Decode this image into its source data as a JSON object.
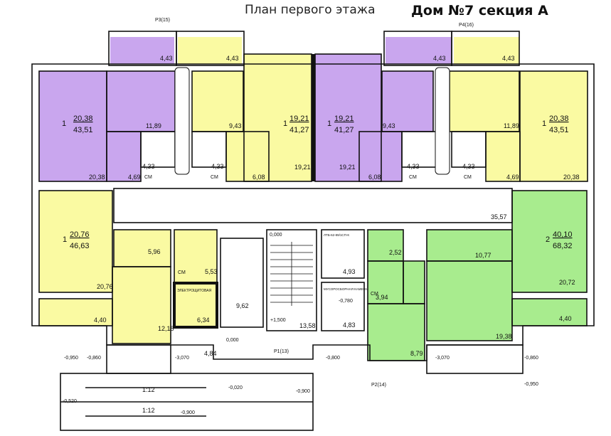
{
  "header": {
    "plan_title": "План первого этажа",
    "house_title": "Дом №7 секция А"
  },
  "colors": {
    "purple": "#c9a6ee",
    "yellow": "#fafaa2",
    "green": "#a8ec8e",
    "wall": "#111111"
  },
  "apartments": [
    {
      "id": "apt-top-left-purple",
      "rooms": "1",
      "living": "20,38",
      "total": "43,51"
    },
    {
      "id": "apt-top-center-left-yellow",
      "rooms": "1",
      "living": "19,21",
      "total": "41,27"
    },
    {
      "id": "apt-top-center-right-purple",
      "rooms": "1",
      "living": "19,21",
      "total": "41,27"
    },
    {
      "id": "apt-top-right-yellow",
      "rooms": "1",
      "living": "20,38",
      "total": "43,51"
    },
    {
      "id": "apt-bottom-left-yellow",
      "rooms": "1",
      "living": "20,76",
      "total": "46,63"
    },
    {
      "id": "apt-bottom-right-green",
      "rooms": "2",
      "living": "40,10",
      "total": "68,32"
    }
  ],
  "risers": {
    "r3": "Р3(15)",
    "r4": "Р4(16)",
    "p1": "Р1(13)",
    "p2": "Р2(14)"
  },
  "room_labels": {
    "tl_balcony_a": "4,43",
    "tl_balcony_b": "4,43",
    "tr_balcony_a": "4,43",
    "tr_balcony_b": "4,43",
    "tl_kitchen": "11,89",
    "tc_kitchen": "9,43",
    "tr_kitchen_a": "9,43",
    "tr_kitchen_b": "11,89",
    "tl_room": "20,38",
    "tc_room": "19,21",
    "tc2_room": "19,21",
    "tr_room": "20,38",
    "tl_hall": "4,69",
    "tl_bath": "4,33",
    "tc_bath": "4,33",
    "tc_hall": "6,08",
    "tr_hall": "6,08",
    "tr_bath_a": "4,33",
    "tr_bath_b": "4,33",
    "tr_hall_b": "4,69",
    "corridor": "35,57",
    "bl_kitchen": "5,96",
    "bl_bath": "5,53",
    "bl_hall": "12,18",
    "bl_room": "20,76",
    "bl_balcony": "4,40",
    "electric": "6,34",
    "electric_name": "ЭЛЕКТРОЩИТОВАЯ",
    "vestibule": "9,62",
    "stair": "13,58",
    "stair_level_top": "0,000",
    "stair_level_mid": "+1,500",
    "vestibule_level": "0,000",
    "vest_small": "4,84",
    "tech_room_name": "ЛТБ-62-89/1СП-К",
    "tech_room": "4,93",
    "trash_name": "МУСОРОСБОРНАЯ КАМЕРА",
    "trash_level": "-0,780",
    "trash": "4,83",
    "br_bath": "2,52",
    "br_kitchen": "10,77",
    "br_hall": "3,94",
    "br_room_small": "8,79",
    "br_room": "19,38",
    "br_balcony": "20,72",
    "br_balcony_b": "4,40",
    "cm": "СМ"
  },
  "levels": {
    "l_m0950": "-0,950",
    "l_m0860": "-0,860",
    "l_m3070a": "-3,070",
    "l_m0020": "-0,020",
    "l_m0900a": "-0,900",
    "l_m0800": "-0,800",
    "l_m3070b": "-3,070",
    "l_m0860b": "-0,860",
    "l_m0950b": "-0,950",
    "l_m0520": "-0,520",
    "l_m0900b": "-0,900"
  },
  "ramps": {
    "slope_a": "1:12",
    "slope_b": "1:12"
  }
}
